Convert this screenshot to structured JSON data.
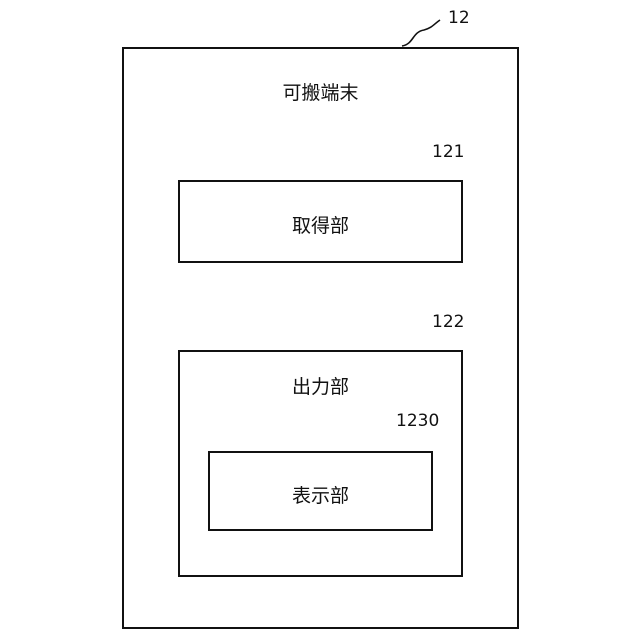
{
  "terminal": {
    "ref": "12",
    "title": "可搬端末"
  },
  "acquisition_unit": {
    "ref": "121",
    "label": "取得部"
  },
  "output_unit": {
    "ref": "122",
    "label": "出力部",
    "display_unit": {
      "ref": "1230",
      "label": "表示部"
    }
  }
}
